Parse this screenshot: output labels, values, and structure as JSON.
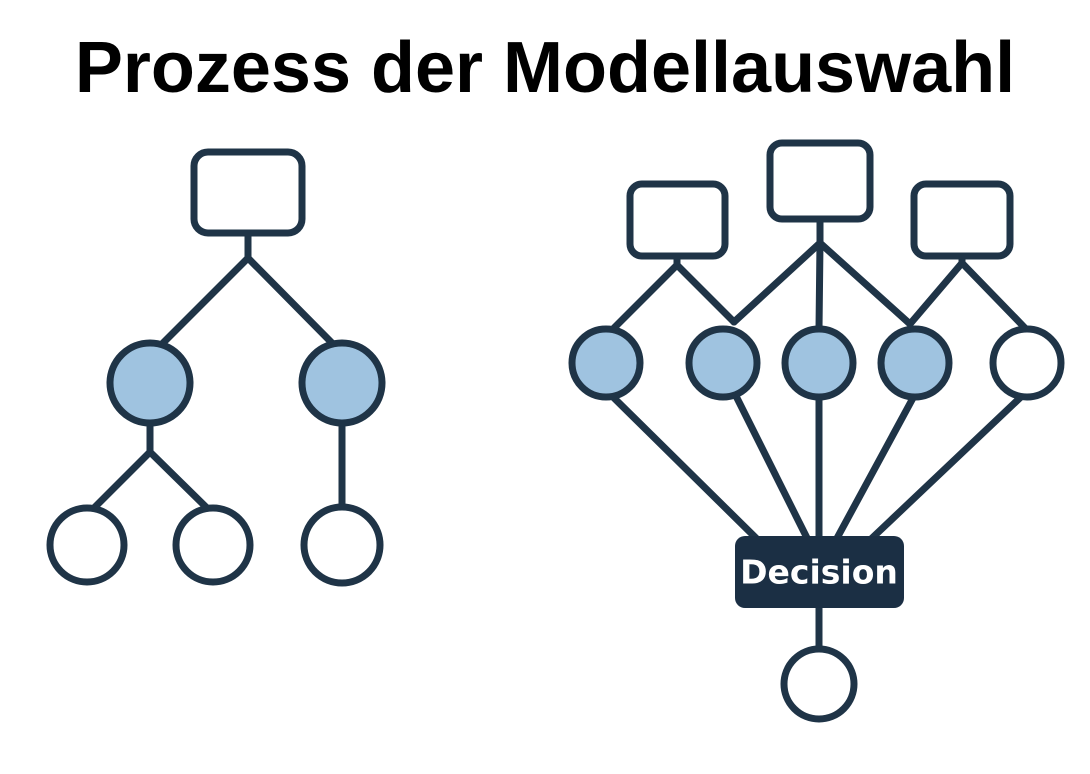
{
  "title": "Prozess der Modellauswahl",
  "decision_label": "Decision",
  "colors": {
    "stroke": "#1f3447",
    "node_fill": "#9fc3e0",
    "decision_fill": "#1b2f44",
    "background": "#ffffff"
  },
  "left_tree": {
    "root": "box",
    "level1": [
      "filled",
      "filled"
    ],
    "level2": [
      "empty",
      "empty",
      "empty"
    ]
  },
  "right_tree": {
    "inputs": [
      "box",
      "box",
      "box"
    ],
    "middle": [
      "filled",
      "filled",
      "filled",
      "filled",
      "empty"
    ],
    "decision": "Decision",
    "output": "empty"
  }
}
